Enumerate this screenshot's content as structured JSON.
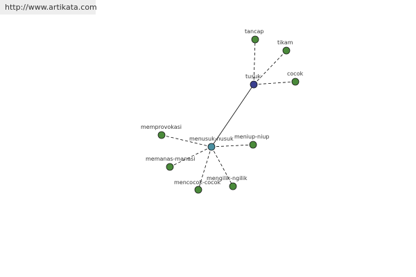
{
  "banner": {
    "url": "http://www.artikata.com"
  },
  "colors": {
    "hub_center": "#4a8fa0",
    "hub_secondary": "#3a3f8f",
    "leaf": "#4a8a3a",
    "edge": "#000000"
  },
  "graph": {
    "nodes": [
      {
        "id": "menusuk",
        "label": "menusuk-nusuk",
        "kind": "hub_center"
      },
      {
        "id": "tusuk",
        "label": "tusuk",
        "kind": "hub_secondary"
      },
      {
        "id": "tancap",
        "label": "tancap",
        "kind": "leaf"
      },
      {
        "id": "tikam",
        "label": "tikam",
        "kind": "leaf"
      },
      {
        "id": "cocok",
        "label": "cocok",
        "kind": "leaf"
      },
      {
        "id": "memprovokasi",
        "label": "memprovokasi",
        "kind": "leaf"
      },
      {
        "id": "meniup",
        "label": "meniup-niup",
        "kind": "leaf"
      },
      {
        "id": "memanas",
        "label": "memanas-manasi",
        "kind": "leaf"
      },
      {
        "id": "mencocok",
        "label": "mencocok-cocok",
        "kind": "leaf"
      },
      {
        "id": "mengilik",
        "label": "mengilik-ngilik",
        "kind": "leaf"
      }
    ],
    "edges": [
      {
        "from": "menusuk",
        "to": "tusuk",
        "style": "solid"
      },
      {
        "from": "tusuk",
        "to": "tancap",
        "style": "dashed"
      },
      {
        "from": "tusuk",
        "to": "tikam",
        "style": "dashed"
      },
      {
        "from": "tusuk",
        "to": "cocok",
        "style": "dashed"
      },
      {
        "from": "menusuk",
        "to": "memprovokasi",
        "style": "dashed"
      },
      {
        "from": "menusuk",
        "to": "meniup",
        "style": "dashed"
      },
      {
        "from": "menusuk",
        "to": "memanas",
        "style": "dashed"
      },
      {
        "from": "menusuk",
        "to": "mencocok",
        "style": "dashed"
      },
      {
        "from": "menusuk",
        "to": "mengilik",
        "style": "dashed"
      }
    ]
  }
}
